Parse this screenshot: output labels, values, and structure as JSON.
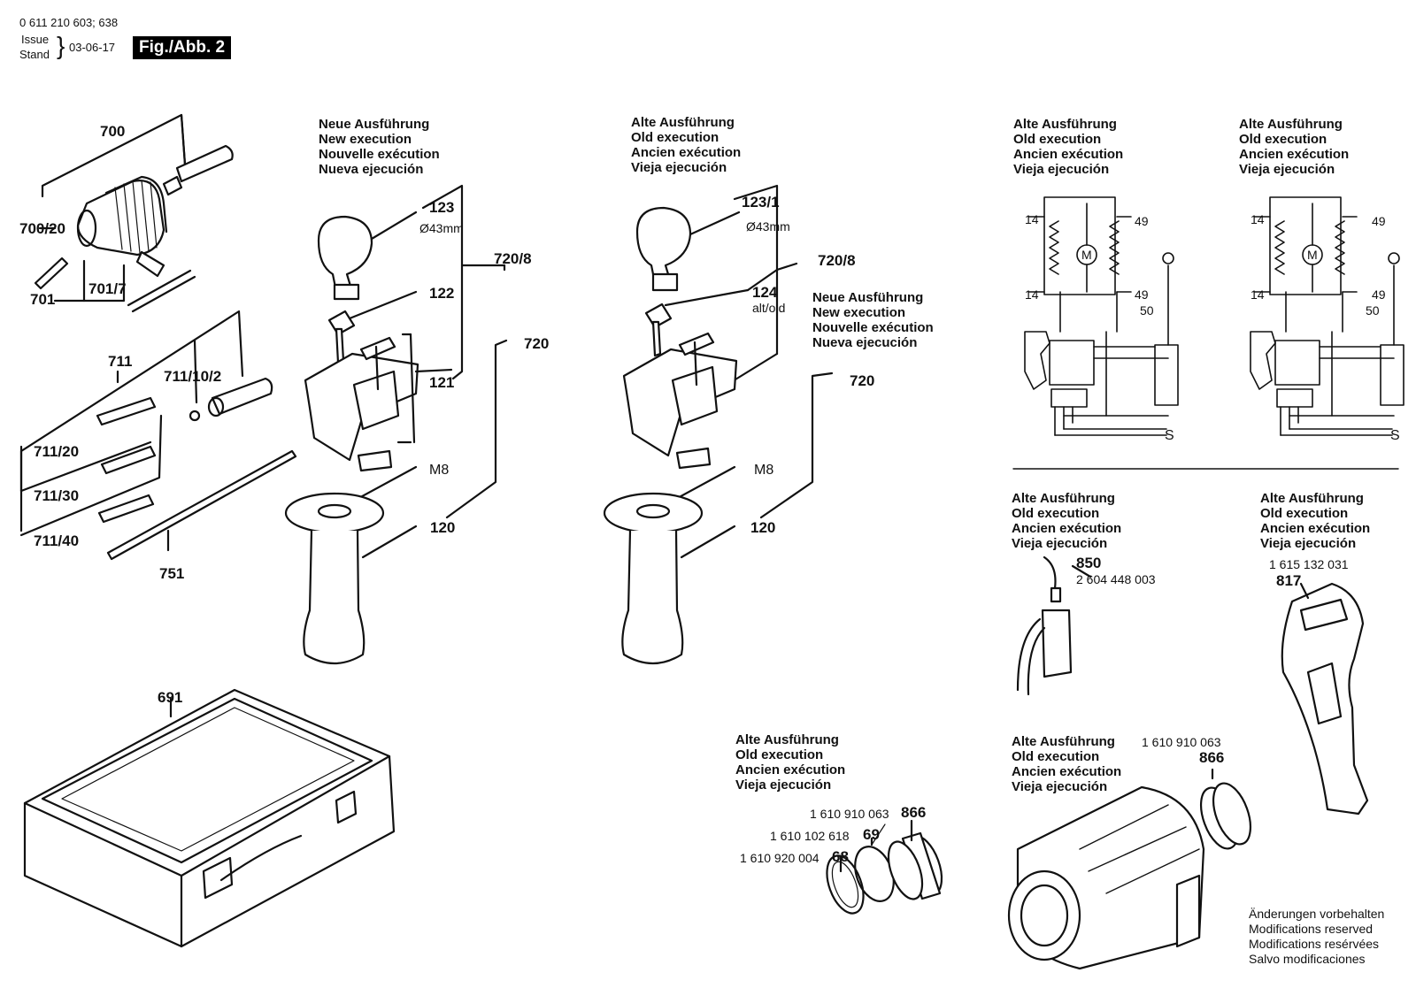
{
  "header": {
    "doc_number": "0 611 210 603; 638",
    "issue_label_1": "Issue",
    "issue_label_2": "Stand",
    "issue_date": "03-06-17",
    "figure": "Fig./Abb. 2"
  },
  "blocks": {
    "new_exec": [
      "Neue Ausführung",
      "New execution",
      "Nouvelle exécution",
      "Nueva ejecución"
    ],
    "old_exec": [
      "Alte Ausführung",
      "Old execution",
      "Ancien exécution",
      "Vieja ejecución"
    ]
  },
  "parts": {
    "p700": "700",
    "p700_20": "700/20",
    "p701": "701",
    "p701_7": "701/7",
    "p711": "711",
    "p711_10_2": "711/10/2",
    "p711_20": "711/20",
    "p711_30": "711/30",
    "p711_40": "711/40",
    "p751": "751",
    "p691": "691",
    "p123": "123",
    "p123_1": "123/1",
    "d43a": "Ø43mm",
    "d43b": "Ø43mm",
    "p122": "122",
    "p121": "121",
    "p124": "124",
    "alt_old": "alt/old",
    "p720_8a": "720/8",
    "p720_8b": "720/8",
    "p720a": "720",
    "p720b": "720",
    "m8a": "M8",
    "m8b": "M8",
    "p120a": "120",
    "p120b": "120",
    "p850": "850",
    "pn850": "2 604 448 003",
    "pn817": "1 615 132 031",
    "p817": "817",
    "pn866a": "1 610 910 063",
    "p866a": "866",
    "pn69": "1 610 102 618",
    "p69": "69",
    "pn68": "1 610 920 004",
    "p68": "68",
    "pn866b": "1 610 910 063",
    "p866b": "866"
  },
  "wiring": {
    "t14a": "14",
    "t14b": "14",
    "t49a": "49",
    "t49b": "49",
    "t50": "50",
    "u14a": "14",
    "u14b": "14",
    "u49a": "49",
    "u49b": "49",
    "u50": "50",
    "motor": "M",
    "s": "S"
  },
  "modifications": [
    "Änderungen vorbehalten",
    "Modifications reserved",
    "Modifications resérvées",
    "Salvo modificaciones"
  ]
}
